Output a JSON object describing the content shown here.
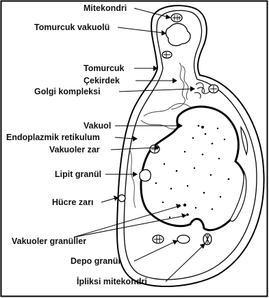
{
  "diagram": {
    "labels": {
      "mitekondri": "Mitekondri",
      "tomurcuk_vakuolu": "Tomurcuk vakuolü",
      "tomurcuk": "Tomurcuk",
      "cekirdek": "Çekirdek",
      "golgi": "Golgi kompleksi",
      "vakuol": "Vakuol",
      "endoplazmik": "Endoplazmik retikulum",
      "vakuoler_zar": "Vakuoler zar",
      "lipit": "Lipit granül",
      "hucre_zari": "Hücre zarı",
      "vakuoler_granuller": "Vakuoler granüller",
      "depo": "Depo granül",
      "ipliksi": "İpliksi mitekondri"
    }
  }
}
